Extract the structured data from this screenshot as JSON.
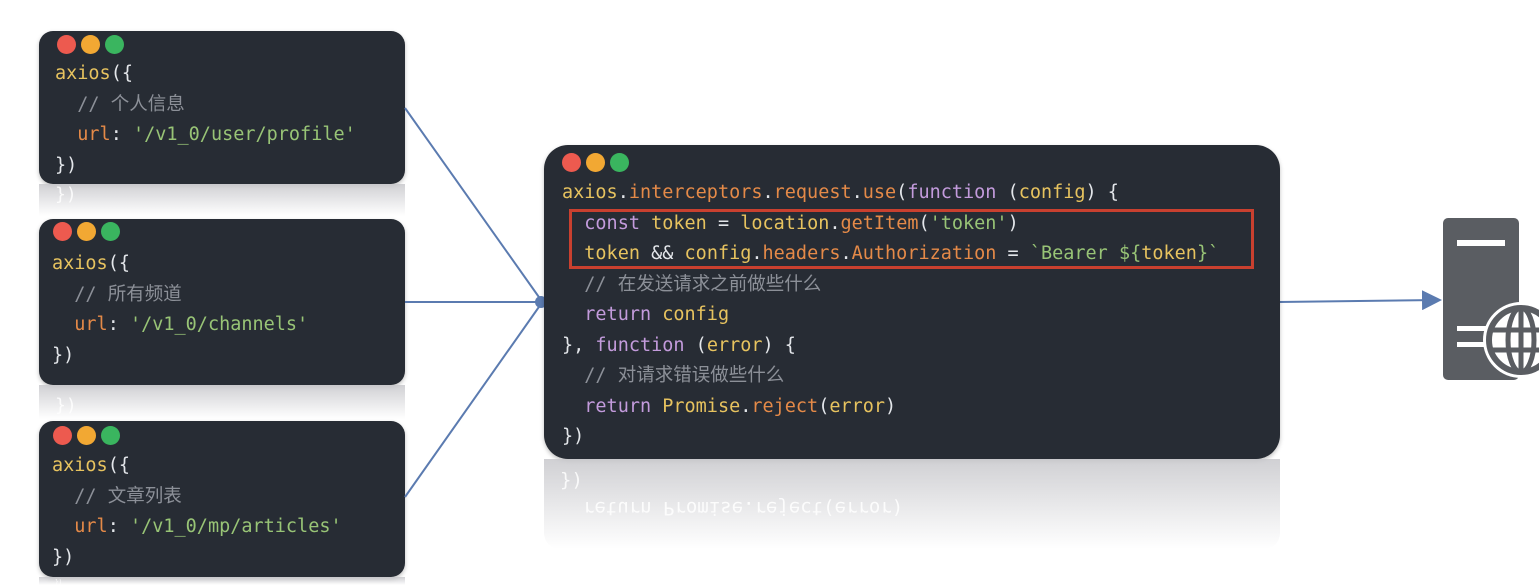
{
  "left_cards": [
    {
      "lines": [
        [
          {
            "t": "axios",
            "c": "fn"
          },
          {
            "t": "({",
            "c": "pun"
          }
        ],
        [
          {
            "t": "  // 个人信息",
            "c": "cmt"
          }
        ],
        [
          {
            "t": "  ",
            "c": "pun"
          },
          {
            "t": "url",
            "c": "key"
          },
          {
            "t": ": ",
            "c": "pun"
          },
          {
            "t": "'/v1_0/user/profile'",
            "c": "str"
          }
        ],
        [
          {
            "t": "})",
            "c": "pun"
          }
        ]
      ]
    },
    {
      "lines": [
        [
          {
            "t": "axios",
            "c": "fn"
          },
          {
            "t": "({",
            "c": "pun"
          }
        ],
        [
          {
            "t": "  // 所有频道",
            "c": "cmt"
          }
        ],
        [
          {
            "t": "  ",
            "c": "pun"
          },
          {
            "t": "url",
            "c": "key"
          },
          {
            "t": ": ",
            "c": "pun"
          },
          {
            "t": "'/v1_0/channels'",
            "c": "str"
          }
        ],
        [
          {
            "t": "})",
            "c": "pun"
          }
        ]
      ]
    },
    {
      "lines": [
        [
          {
            "t": "axios",
            "c": "fn"
          },
          {
            "t": "({",
            "c": "pun"
          }
        ],
        [
          {
            "t": "  // 文章列表",
            "c": "cmt"
          }
        ],
        [
          {
            "t": "  ",
            "c": "pun"
          },
          {
            "t": "url",
            "c": "key"
          },
          {
            "t": ": ",
            "c": "pun"
          },
          {
            "t": "'/v1_0/mp/articles'",
            "c": "str"
          }
        ],
        [
          {
            "t": "})",
            "c": "pun"
          }
        ]
      ]
    }
  ],
  "reflection_texts": [
    "})",
    "})",
    "})"
  ],
  "interceptor_card": {
    "lines": [
      [
        {
          "t": "axios",
          "c": "fn"
        },
        {
          "t": ".",
          "c": "pun"
        },
        {
          "t": "interceptors",
          "c": "prop"
        },
        {
          "t": ".",
          "c": "pun"
        },
        {
          "t": "request",
          "c": "prop"
        },
        {
          "t": ".",
          "c": "pun"
        },
        {
          "t": "use",
          "c": "prop"
        },
        {
          "t": "(",
          "c": "pun"
        },
        {
          "t": "function",
          "c": "kw"
        },
        {
          "t": " (",
          "c": "pun"
        },
        {
          "t": "config",
          "c": "fn"
        },
        {
          "t": ") {",
          "c": "pun"
        }
      ],
      [
        {
          "t": "  ",
          "c": "pun"
        },
        {
          "t": "const",
          "c": "kw"
        },
        {
          "t": " ",
          "c": "pun"
        },
        {
          "t": "token",
          "c": "fn"
        },
        {
          "t": " = ",
          "c": "pun"
        },
        {
          "t": "location",
          "c": "fn"
        },
        {
          "t": ".",
          "c": "pun"
        },
        {
          "t": "getItem",
          "c": "prop"
        },
        {
          "t": "(",
          "c": "pun"
        },
        {
          "t": "'token'",
          "c": "str"
        },
        {
          "t": ")",
          "c": "pun"
        }
      ],
      [
        {
          "t": "  ",
          "c": "pun"
        },
        {
          "t": "token",
          "c": "fn"
        },
        {
          "t": " && ",
          "c": "pun"
        },
        {
          "t": "config",
          "c": "fn"
        },
        {
          "t": ".",
          "c": "pun"
        },
        {
          "t": "headers",
          "c": "prop"
        },
        {
          "t": ".",
          "c": "pun"
        },
        {
          "t": "Authorization",
          "c": "prop"
        },
        {
          "t": " = ",
          "c": "pun"
        },
        {
          "t": "`Bearer ${",
          "c": "tpl"
        },
        {
          "t": "token",
          "c": "fn"
        },
        {
          "t": "}`",
          "c": "tpl"
        }
      ],
      [
        {
          "t": "  // 在发送请求之前做些什么",
          "c": "cmt"
        }
      ],
      [
        {
          "t": "  ",
          "c": "pun"
        },
        {
          "t": "return",
          "c": "kw"
        },
        {
          "t": " ",
          "c": "pun"
        },
        {
          "t": "config",
          "c": "fn"
        }
      ],
      [
        {
          "t": "}, ",
          "c": "pun"
        },
        {
          "t": "function",
          "c": "kw"
        },
        {
          "t": " (",
          "c": "pun"
        },
        {
          "t": "error",
          "c": "fn"
        },
        {
          "t": ") {",
          "c": "pun"
        }
      ],
      [
        {
          "t": "  // 对请求错误做些什么",
          "c": "cmt"
        }
      ],
      [
        {
          "t": "  ",
          "c": "pun"
        },
        {
          "t": "return",
          "c": "kw"
        },
        {
          "t": " ",
          "c": "pun"
        },
        {
          "t": "Promise",
          "c": "fn"
        },
        {
          "t": ".",
          "c": "pun"
        },
        {
          "t": "reject",
          "c": "prop"
        },
        {
          "t": "(",
          "c": "pun"
        },
        {
          "t": "error",
          "c": "fn"
        },
        {
          "t": ")",
          "c": "pun"
        }
      ],
      [
        {
          "t": "})",
          "c": "pun"
        }
      ]
    ]
  },
  "interceptor_reflection": {
    "line1": "})",
    "line2": "  return Promise.reject(error)"
  },
  "colors": {
    "card_bg": "#272c34",
    "highlight_border": "#c9402f",
    "arrow": "#5b7bb0",
    "server": "#5a5d62"
  },
  "icons": {
    "window_controls": [
      "close-dot",
      "minimize-dot",
      "maximize-dot"
    ],
    "server": "server-globe-icon"
  }
}
